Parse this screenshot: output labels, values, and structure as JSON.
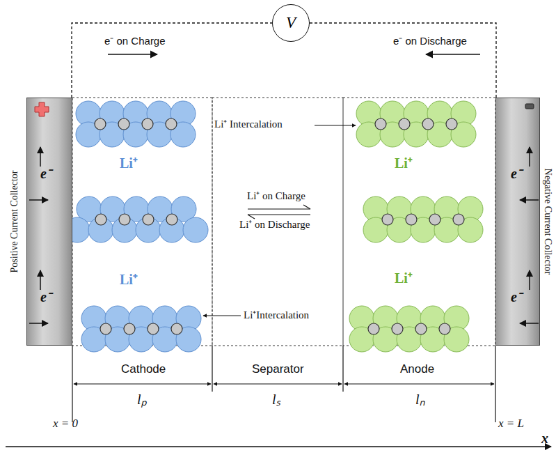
{
  "diagram": {
    "nodes": [
      {
        "text": [
          "V"
        ]
      },
      {
        "text": [
          "Positive Current Collector"
        ]
      },
      {
        "text": [
          "Negative Current Collector"
        ]
      }
    ],
    "edges": [
      {
        "from": 1,
        "to": 0,
        "arrow": "none"
      },
      {
        "from": 0,
        "to": 2,
        "arrow": "none"
      }
    ],
    "labels": [
      "e⁻ on Charge",
      "e⁻ on Discharge",
      "e⁻",
      "e⁻",
      "e⁻",
      "e⁻",
      "Li⁺",
      "Li⁺",
      "Li⁺",
      "Li⁺",
      "Li⁺ Intercalation",
      "Li⁺ on Charge",
      "Li⁺ on Discharge",
      "Li⁺Intercalation",
      "Cathode",
      "Separator",
      "Anode",
      "lₚ",
      "lₛ",
      "lₙ",
      "x = 0",
      "x = L",
      "x"
    ]
  }
}
